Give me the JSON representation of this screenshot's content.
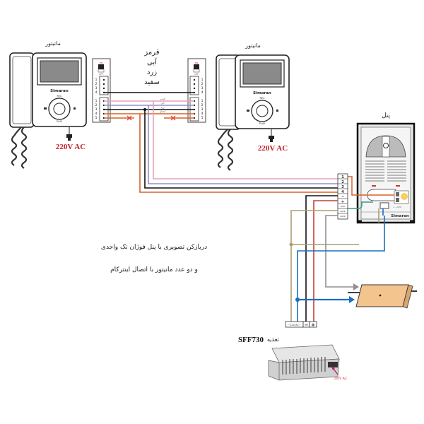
{
  "monitor_left": {
    "label": "مانیتور",
    "brand": "Simaran",
    "btn_top": "REC",
    "btn_bottom": "PLAY",
    "power_label": "220V AC"
  },
  "monitor_right": {
    "label": "مانیتور",
    "brand": "Simaran",
    "btn_top": "REC",
    "btn_bottom": "PLAY",
    "power_label": "220V AC"
  },
  "wire_legend": [
    "قرمز",
    "آبی",
    "زرد",
    "سفید"
  ],
  "terminal_block_left": {
    "switch_on": "ON",
    "switch_off": "OFF",
    "upper_pins": [
      "1",
      "2",
      "3",
      "4"
    ],
    "lower_pins": [
      "1",
      "2",
      "3",
      "4",
      "5"
    ]
  },
  "terminal_block_right": {
    "switch_on": "ON",
    "switch_off": "OFF",
    "upper_pins": [
      "1",
      "2",
      "3",
      "4"
    ],
    "lower_pins": [
      "1",
      "2",
      "3",
      "4",
      "5"
    ]
  },
  "wire_tags": [
    "قرمز",
    "آبی",
    "زرد",
    "اتصال"
  ],
  "panel": {
    "label": "پنل",
    "brand": "Simaran",
    "terminals": [
      "1",
      "2",
      "3",
      "4",
      "−",
      "+",
      "DAS",
      "LOCK",
      "LOCK"
    ],
    "lock_note": "+ −12V"
  },
  "description": {
    "line1": "دربازکن تصویری با پنل فوژان تک واحدی",
    "line2": "و دو عدد مانیتور با اتصال اینترکام"
  },
  "power_terminals": [
    "~12V AC~",
    "−",
    "+"
  ],
  "power_supply": {
    "label": "تغذیه",
    "model": "SFF730",
    "input_label": "220V AC"
  },
  "colors": {
    "red_wire": "#e8a0b8",
    "blue_wire": "#9090d0",
    "black_wire": "#111111",
    "orange_wire": "#d8602a",
    "power_red": "#c0403a",
    "olive_wire": "#a8a070",
    "azure_wire": "#1a6fc0",
    "teal_wire": "#3a9a88",
    "gray_wire": "#909090",
    "lock_fill": "#f3c48e",
    "psu_fill": "#dcdcdc",
    "power_label": "#c0202a"
  }
}
